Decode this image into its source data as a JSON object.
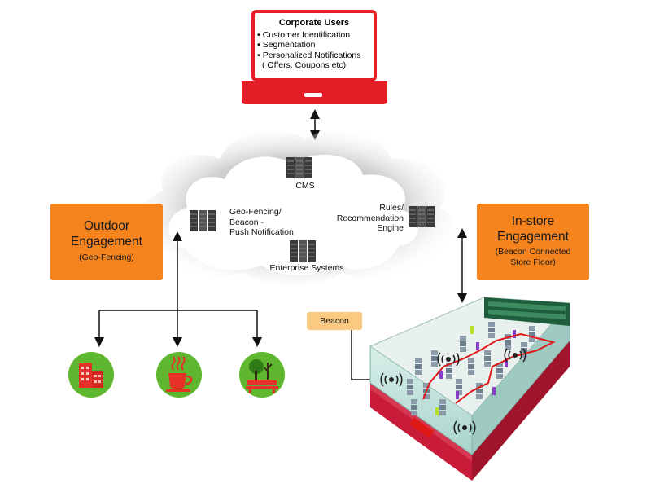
{
  "corporate": {
    "title": "Corporate Users",
    "items": [
      "Customer Identification",
      "Segmentation",
      "Personalized Notifications",
      "( Offers, Coupons etc)"
    ]
  },
  "cloud": {
    "cms": "CMS",
    "geo_fencing": [
      "Geo-Fencing/",
      "Beacon -",
      "Push Notification"
    ],
    "rules": [
      "Rules/",
      "Recommendation",
      "Engine"
    ],
    "enterprise": "Enterprise Systems"
  },
  "outdoor": {
    "title": [
      "Outdoor",
      "Engagement"
    ],
    "subtitle": "(Geo-Fencing)"
  },
  "instore": {
    "title": [
      "In-store",
      "Engagement"
    ],
    "subtitle": [
      "(Beacon Connected",
      "Store Floor)"
    ]
  },
  "beacon_label": "Beacon",
  "icons": [
    "laptop-icon",
    "server-icon",
    "building-icon",
    "coffee-cup-icon",
    "park-bench-icon",
    "beacon-signal-icon",
    "store-floor-icon"
  ],
  "colors": {
    "laptop_red": "#e41e26",
    "orange": "#f5841f",
    "beacon_tag": "#fbc97f",
    "green": "#5fb62f",
    "store_red": "#c81c3a",
    "glass": "#b9ddd8",
    "path_red": "#e01818"
  }
}
